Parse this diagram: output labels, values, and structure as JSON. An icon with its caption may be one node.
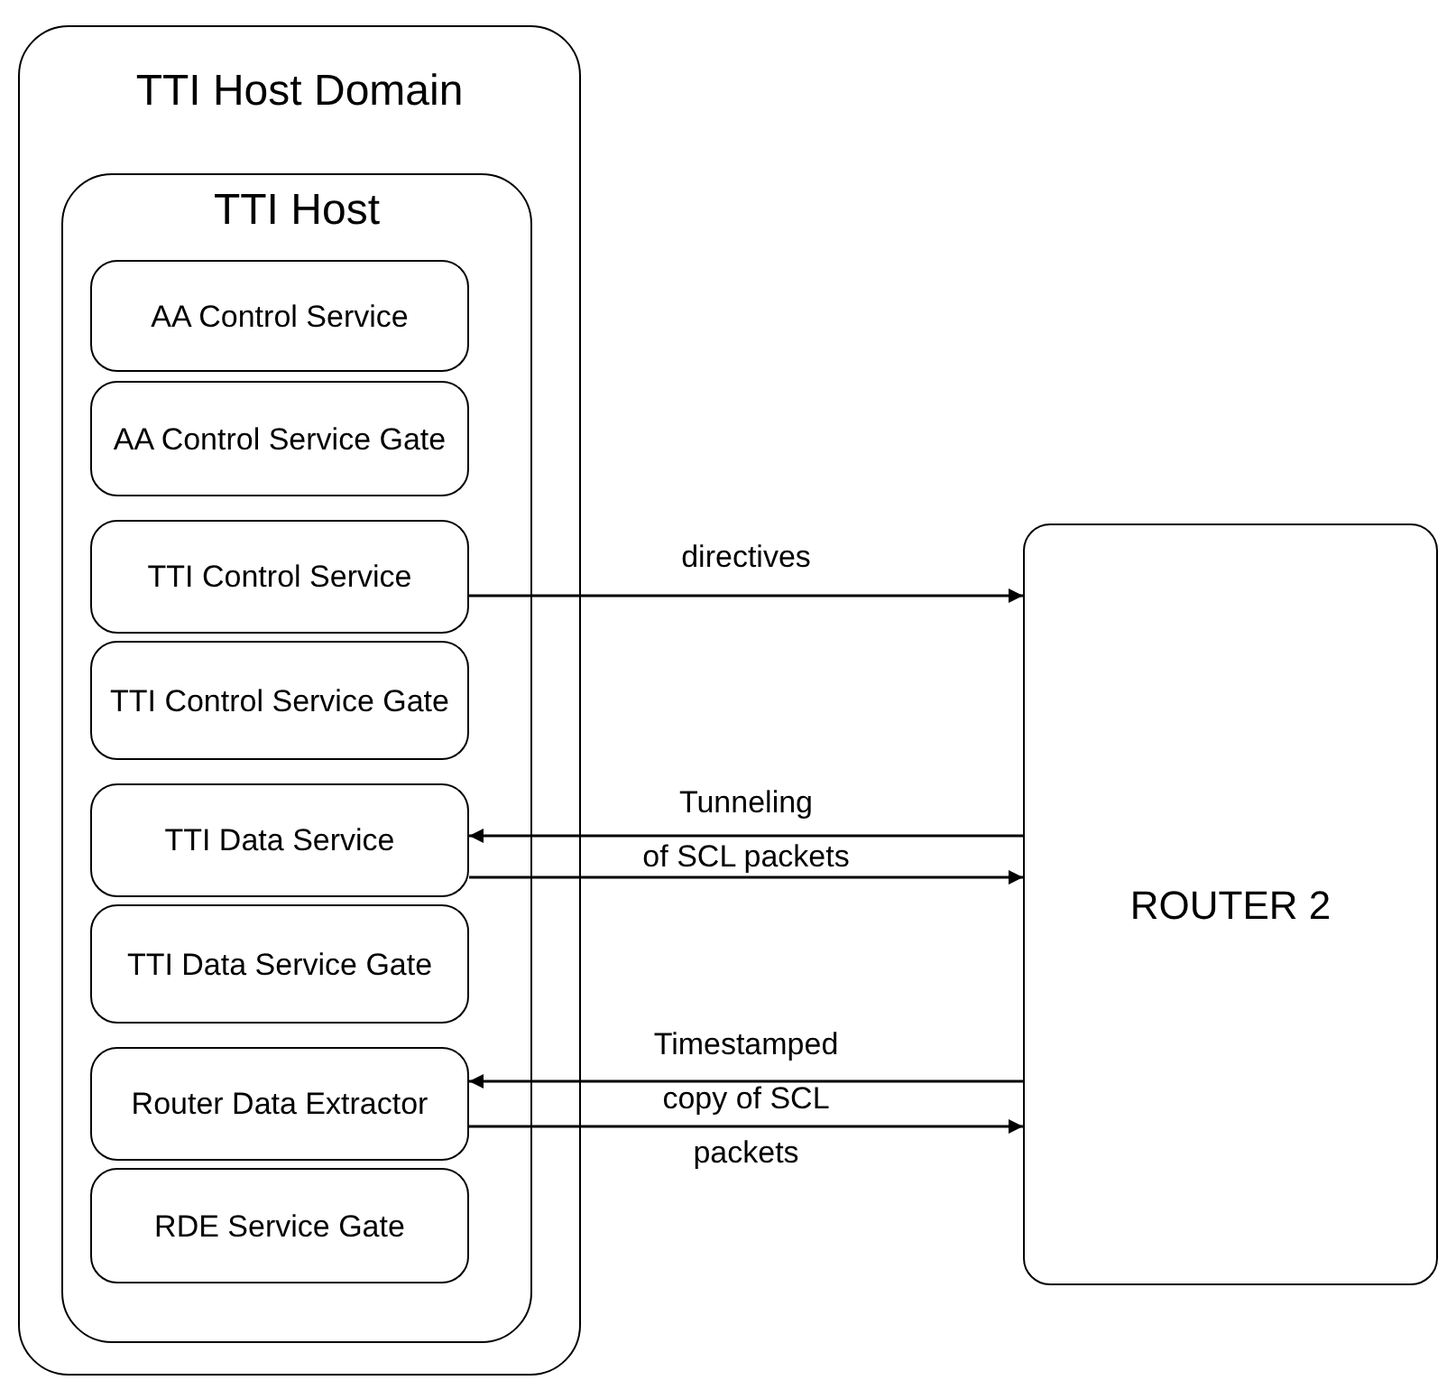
{
  "diagram": {
    "nodes": [
      {
        "text": [
          "TTI Host Domain"
        ]
      },
      {
        "text": [
          "TTI Host"
        ],
        "in": 0
      },
      {
        "text": [
          "AA Control Service"
        ],
        "in": 1
      },
      {
        "text": [
          "AA Control Service Gate"
        ],
        "in": 1
      },
      {
        "text": [
          "TTI Control Service"
        ],
        "in": 1
      },
      {
        "text": [
          "TTI Control Service Gate"
        ],
        "in": 1
      },
      {
        "text": [
          "TTI Data Service"
        ],
        "in": 1
      },
      {
        "text": [
          "TTI Data Service Gate"
        ],
        "in": 1
      },
      {
        "text": [
          "Router Data Extractor"
        ],
        "in": 1
      },
      {
        "text": [
          "RDE Service Gate"
        ],
        "in": 1
      },
      {
        "text": [
          "ROUTER 2"
        ]
      }
    ],
    "edges": [
      {
        "from": 4,
        "to": 10,
        "arrow": "to",
        "label": "directives"
      },
      {
        "from": 10,
        "to": 6,
        "arrow": "to",
        "label": "Tunneling"
      },
      {
        "from": 6,
        "to": 10,
        "arrow": "to",
        "label": "of SCL packets"
      },
      {
        "from": 10,
        "to": 8,
        "arrow": "to",
        "label": "Timestamped"
      },
      {
        "from": 8,
        "to": 10,
        "arrow": "to",
        "label": "copy of SCL packets"
      }
    ]
  }
}
